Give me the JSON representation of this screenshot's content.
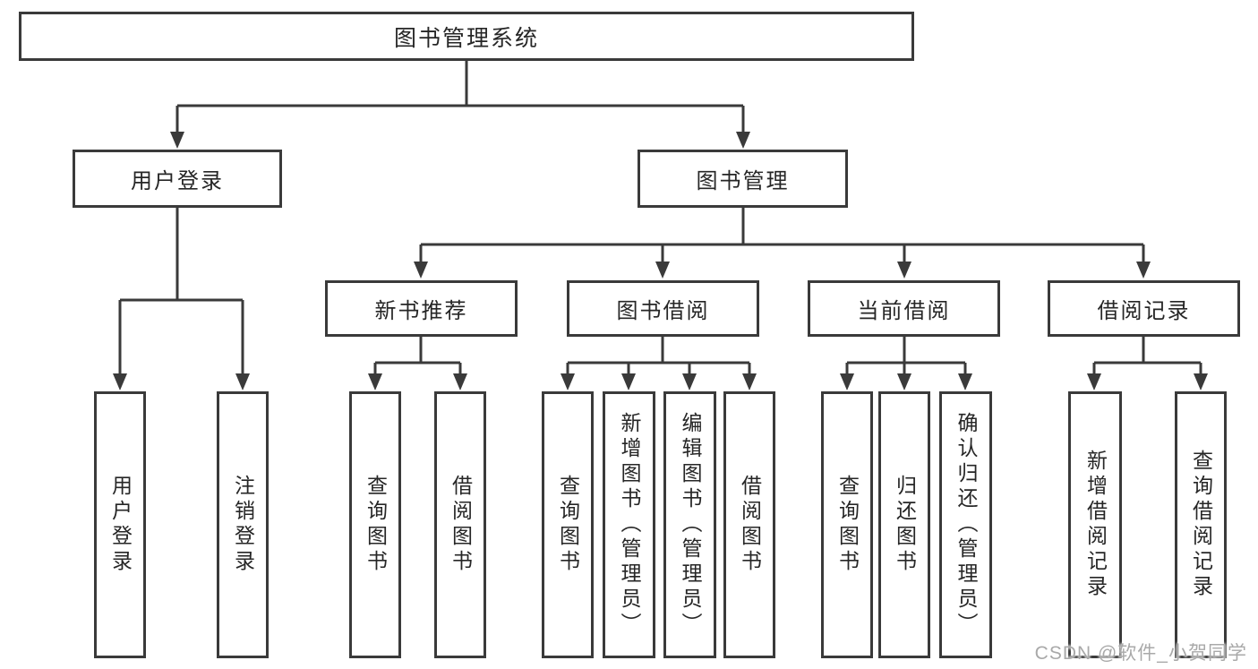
{
  "diagram": {
    "root": {
      "label": "图书管理系统"
    },
    "level1": [
      {
        "label": "用户登录",
        "children": [
          {
            "label": "用户登录"
          },
          {
            "label": "注销登录"
          }
        ]
      },
      {
        "label": "图书管理",
        "children": [
          {
            "label": "新书推荐",
            "children": [
              {
                "label": "查询图书"
              },
              {
                "label": "借阅图书"
              }
            ]
          },
          {
            "label": "图书借阅",
            "children": [
              {
                "label": "查询图书"
              },
              {
                "label": "新增图书（管理员）"
              },
              {
                "label": "编辑图书（管理员）"
              },
              {
                "label": "借阅图书"
              }
            ]
          },
          {
            "label": "当前借阅",
            "children": [
              {
                "label": "查询图书"
              },
              {
                "label": "归还图书"
              },
              {
                "label": "确认归还（管理员）"
              }
            ]
          },
          {
            "label": "借阅记录",
            "children": [
              {
                "label": "新增借阅记录"
              },
              {
                "label": "查询借阅记录"
              }
            ]
          }
        ]
      }
    ],
    "line_color": "#3a3a3a",
    "box_background": "#ffffff",
    "text_color": "#262626"
  },
  "watermark": {
    "text": "CSDN @软件_小贺同学",
    "color": "#a9a9a9"
  }
}
